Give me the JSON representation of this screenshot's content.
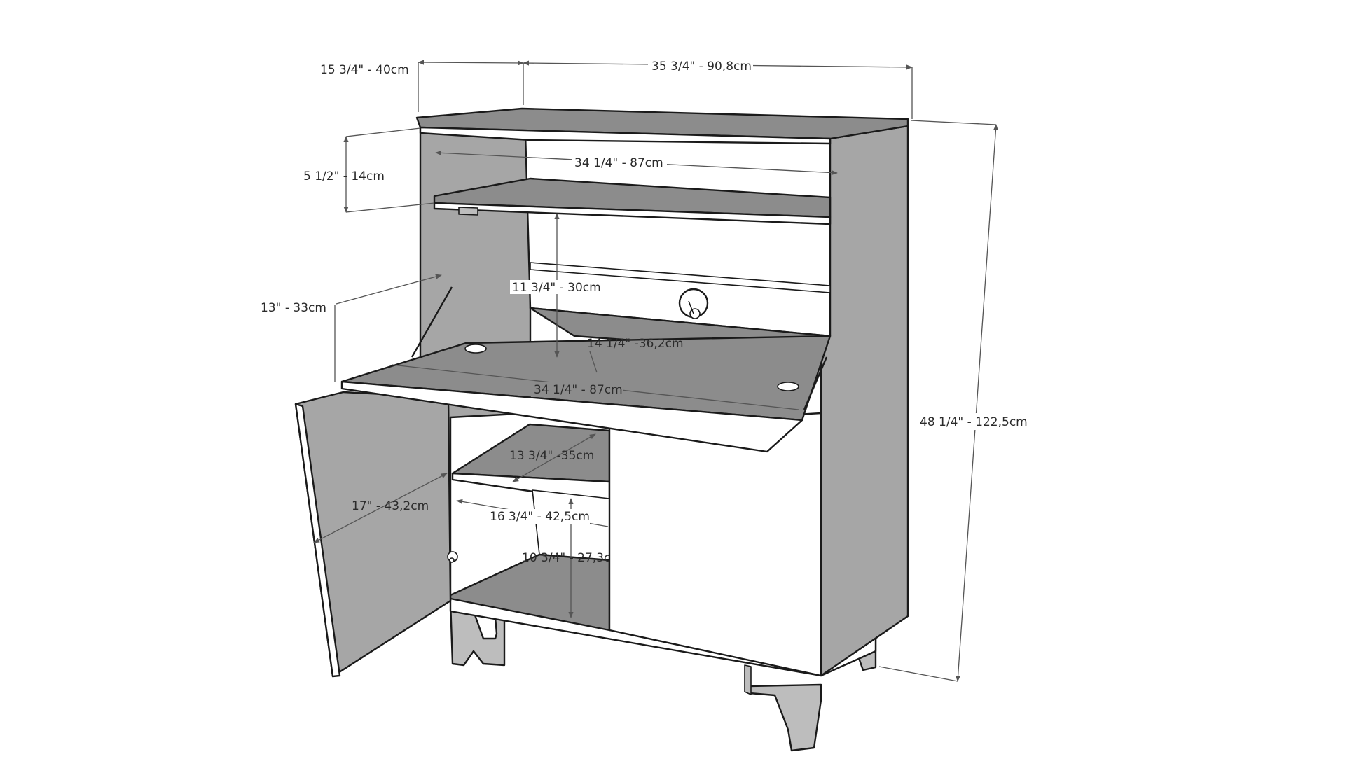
{
  "colors": {
    "panel_dark": "#8c8c8c",
    "panel_mid": "#a6a6a6",
    "panel_light": "#bdbdbd",
    "panel_white": "#ffffff",
    "outline": "#1a1a1a",
    "dimension_line": "#555555",
    "dimension_text": "#2b2b2b"
  },
  "dimensions": {
    "depth": "15 3/4\" - 40cm",
    "width": "35 3/4\" - 90,8cm",
    "inner_width_top": "34 1/4\" - 87cm",
    "top_shelf_height": "5 1/2\" - 14cm",
    "middle_opening_height": "11 3/4\" - 30cm",
    "support_arm": "13\" - 33cm",
    "desk_depth": "14 1/4\" -36,2cm",
    "desk_width": "34 1/4\" - 87cm",
    "total_height": "48 1/4\" - 122,5cm",
    "shelf_depth": "13 3/4\" -35cm",
    "door_width": "17\" - 43,2cm",
    "lower_compartment_width": "16 3/4\" - 42,5cm",
    "lower_compartment_height": "10 3/4\" - 27,3c"
  },
  "icons": {
    "cable_grommet": "circle-hole-icon",
    "door_hinge": "hinge-icon"
  }
}
